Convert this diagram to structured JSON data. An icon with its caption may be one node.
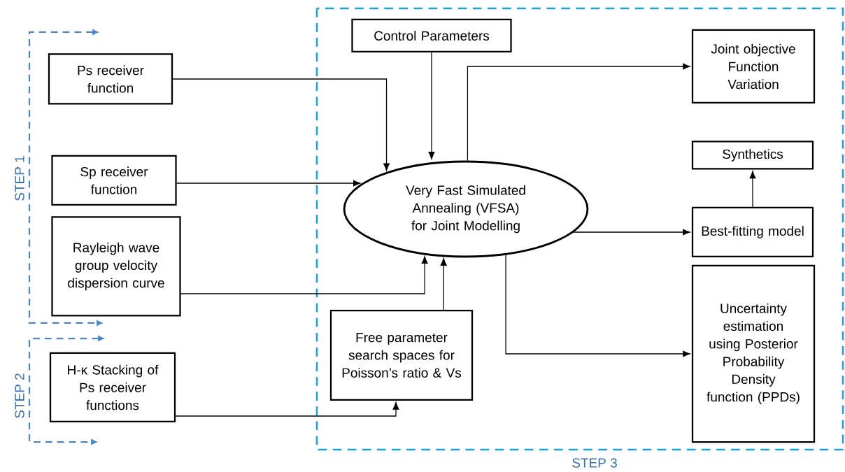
{
  "diagram": {
    "nodes": [
      {
        "text": [
          "Ps receiver function"
        ]
      },
      {
        "text": [
          "Sp receiver function"
        ]
      },
      {
        "text": [
          "Rayleigh wave group velocity dispersion curve"
        ]
      },
      {
        "text": [
          "H-κ Stacking of Ps receiver functions"
        ]
      },
      {
        "text": [
          "Control Parameters"
        ]
      },
      {
        "text": [
          "Very Fast Simulated Annealing (VFSA) for Joint Modelling"
        ]
      },
      {
        "text": [
          "Free parameter search spaces for Poisson’s ratio & Vs"
        ]
      },
      {
        "text": [
          "Joint objective Function Variation"
        ]
      },
      {
        "text": [
          "Synthetics"
        ]
      },
      {
        "text": [
          "Best-fitting model"
        ]
      },
      {
        "text": [
          "Uncertainty estimation using Posterior Probability Density function (PPDs)"
        ]
      }
    ],
    "edges": [
      {
        "from": 0,
        "to": 5,
        "arrow": "to"
      },
      {
        "from": 1,
        "to": 5,
        "arrow": "to"
      },
      {
        "from": 2,
        "to": 5,
        "arrow": "to"
      },
      {
        "from": 3,
        "to": 6,
        "arrow": "to"
      },
      {
        "from": 4,
        "to": 5,
        "arrow": "to"
      },
      {
        "from": 6,
        "to": 5,
        "arrow": "to"
      },
      {
        "from": 5,
        "to": 7,
        "arrow": "to"
      },
      {
        "from": 5,
        "to": 9,
        "arrow": "to"
      },
      {
        "from": 5,
        "to": 10,
        "arrow": "to"
      },
      {
        "from": 9,
        "to": 8,
        "arrow": "to"
      }
    ],
    "labels": [
      "STEP 1",
      "STEP 2",
      "STEP 3"
    ]
  }
}
